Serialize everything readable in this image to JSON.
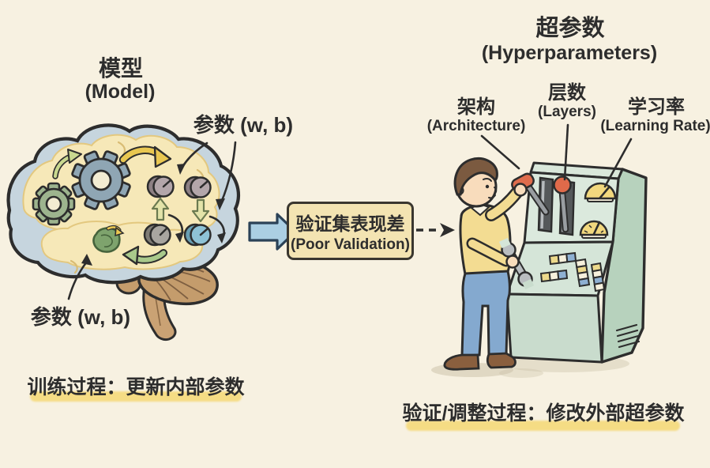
{
  "model_section": {
    "title_zh": "模型",
    "title_en": "(Model)",
    "param_label_top": "参数 (w, b)",
    "param_label_bottom": "参数 (w, b)",
    "caption": "训练过程：更新内部参数"
  },
  "validation_box": {
    "line1_zh": "验证集表现差",
    "line2_en": "(Poor Validation)"
  },
  "hyper_section": {
    "title_zh": "超参数",
    "title_en": "(Hyperparameters)",
    "labels": [
      {
        "zh": "架构",
        "en": "(Architecture)"
      },
      {
        "zh": "层数",
        "en": "(Layers)"
      },
      {
        "zh": "学习率",
        "en": "(Learning Rate)"
      }
    ],
    "caption": "验证/调整过程：修改外部超参数"
  },
  "colors": {
    "background": "#f7f1e1",
    "ink": "#2d2d2d",
    "box_fill": "#f3e4b2",
    "highlight_yellow": "#f5d76e",
    "flow_arrow_blue": "#abcfe3",
    "brain_rim_blue": "#c6d5de",
    "brain_cream": "#f6e8b8",
    "gear_blue": "#8fa6b4",
    "gear_green": "#9db48e",
    "knob_blue": "#8ec2d6",
    "machine_mint": "#dbe9dd",
    "lever_red": "#e06a4a",
    "gauge_yellow": "#f2d87e",
    "sweater_yellow": "#f3dc92",
    "jeans_blue": "#84a9cf",
    "brainstem_brown": "#c49c6c"
  }
}
